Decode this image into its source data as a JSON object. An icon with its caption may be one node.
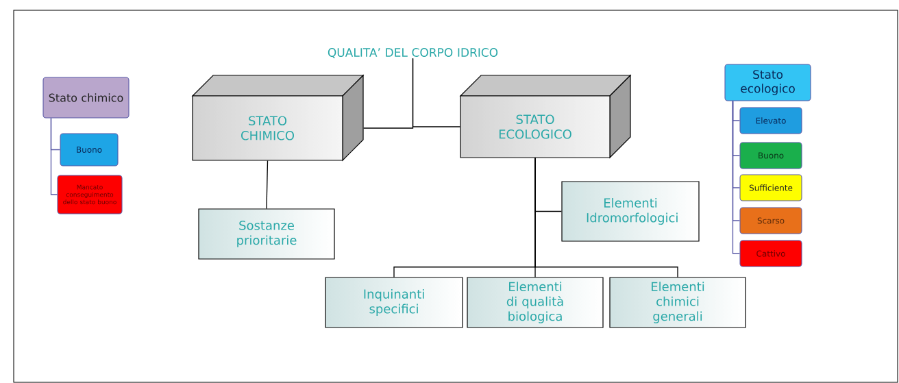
{
  "diagram": {
    "nodes": [
      {
        "text": [
          "QUALITA’ DEL CORPO IDRICO"
        ]
      },
      {
        "text": [
          "STATO CHIMICO"
        ]
      },
      {
        "text": [
          "STATO ECOLOGICO"
        ]
      },
      {
        "text": [
          "Sostanze prioritarie"
        ]
      },
      {
        "text": [
          "Elementi Idromorfologici"
        ]
      },
      {
        "text": [
          "Inquinanti specifici"
        ]
      },
      {
        "text": [
          "Elementi di qualità biologica"
        ]
      },
      {
        "text": [
          "Elementi chimici generali"
        ]
      },
      {
        "text": [
          "Stato chimico"
        ]
      },
      {
        "text": [
          "Buono"
        ]
      },
      {
        "text": [
          "Mancato conseguimento dello stato buono"
        ]
      },
      {
        "text": [
          "Stato ecologico"
        ]
      },
      {
        "text": [
          "Elevato"
        ]
      },
      {
        "text": [
          "Buono"
        ]
      },
      {
        "text": [
          "Sufficiente"
        ]
      },
      {
        "text": [
          "Scarso"
        ]
      },
      {
        "text": [
          "Cattivo"
        ]
      }
    ],
    "edges": [
      {
        "from": 0,
        "to": 1,
        "arrow": "none"
      },
      {
        "from": 0,
        "to": 2,
        "arrow": "none"
      },
      {
        "from": 1,
        "to": 3,
        "arrow": "none"
      },
      {
        "from": 2,
        "to": 4,
        "arrow": "none"
      },
      {
        "from": 2,
        "to": 5,
        "arrow": "none"
      },
      {
        "from": 2,
        "to": 6,
        "arrow": "none"
      },
      {
        "from": 2,
        "to": 7,
        "arrow": "none"
      },
      {
        "from": 8,
        "to": 9,
        "arrow": "none",
        "color": "#5959a6"
      },
      {
        "from": 8,
        "to": 10,
        "arrow": "none",
        "color": "#5959a6"
      },
      {
        "from": 11,
        "to": 12,
        "arrow": "none",
        "color": "#5959a6"
      },
      {
        "from": 11,
        "to": 13,
        "arrow": "none",
        "color": "#5959a6"
      },
      {
        "from": 11,
        "to": 14,
        "arrow": "none",
        "color": "#5959a6"
      },
      {
        "from": 11,
        "to": 15,
        "arrow": "none",
        "color": "#5959a6"
      },
      {
        "from": 11,
        "to": 16,
        "arrow": "none",
        "color": "#5959a6"
      }
    ]
  }
}
